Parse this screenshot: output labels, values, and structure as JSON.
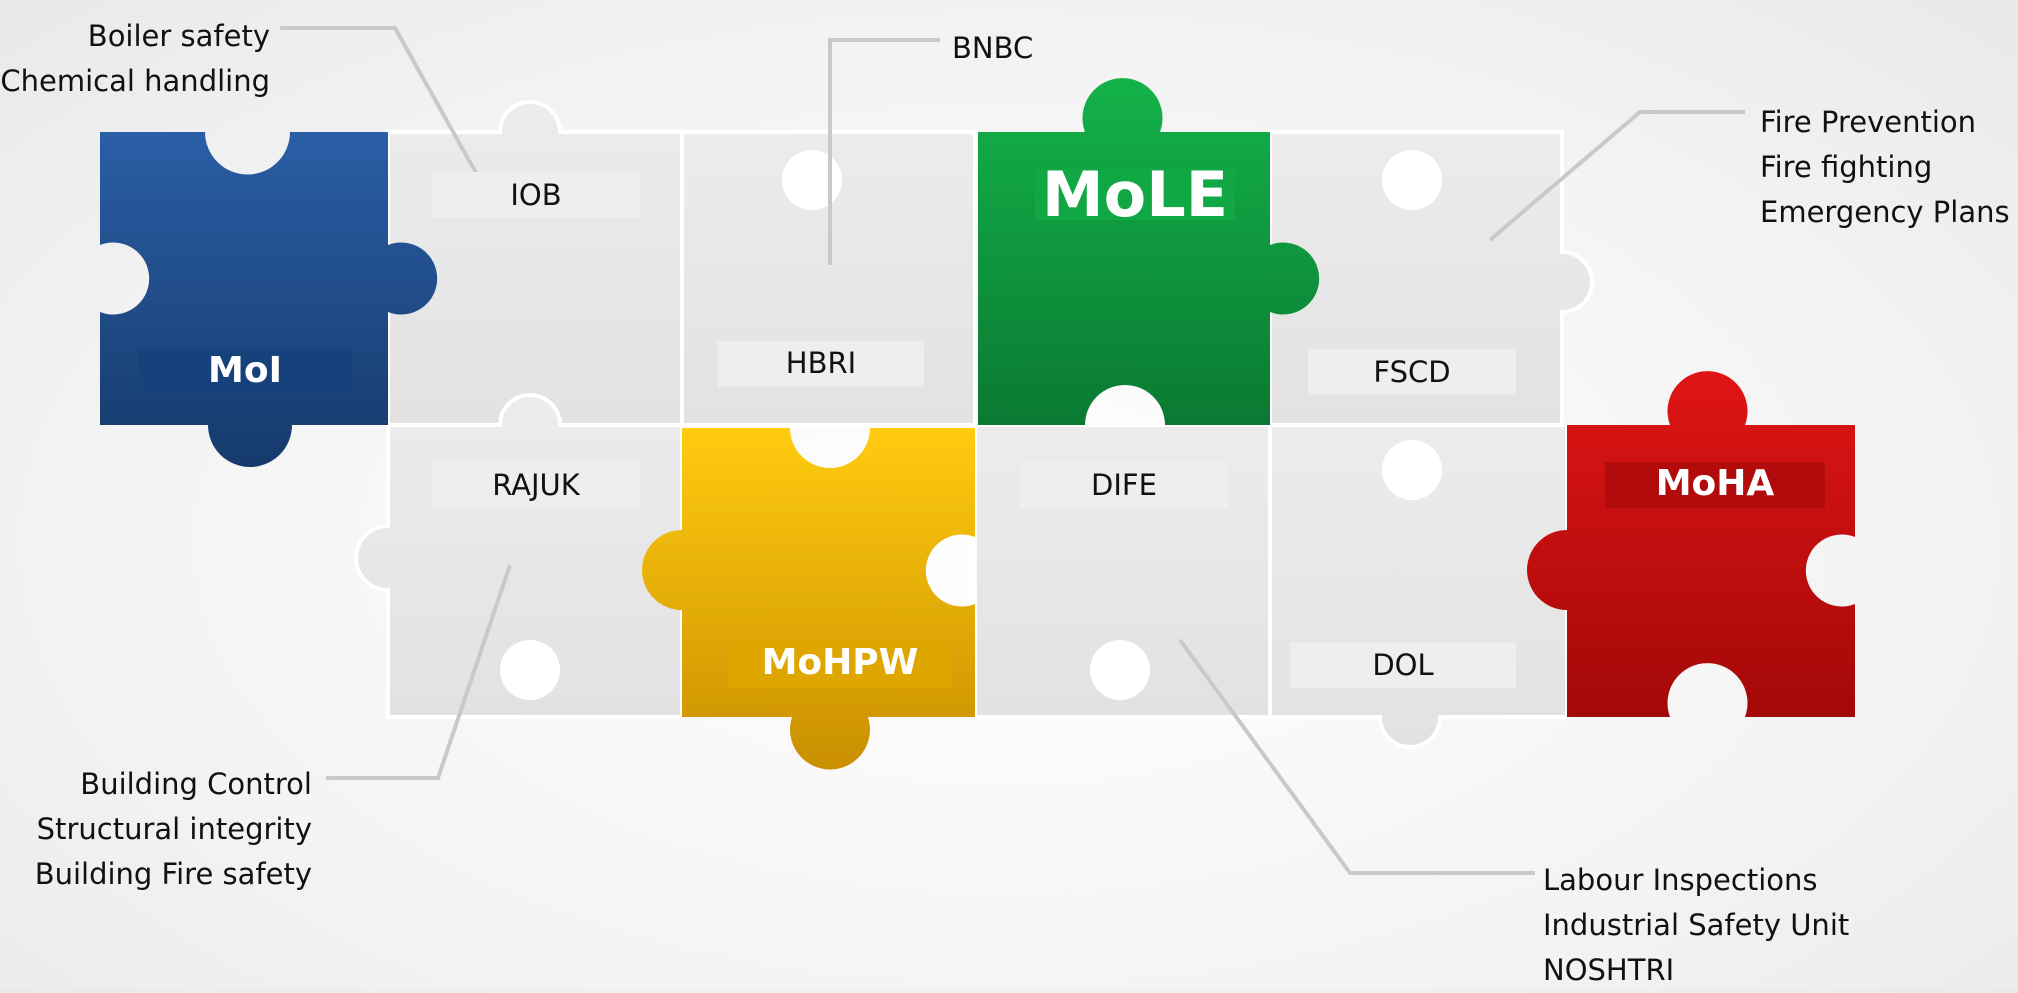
{
  "colors": {
    "moi": "#1f4e8c",
    "mole": "#0f9a3f",
    "mohpw": "#f3b300",
    "moha": "#c40d0d",
    "grey_piece": "#e8e8e8",
    "connector": "#c9c9c9"
  },
  "ministries": {
    "moi": "MoI",
    "mole": "MoLE",
    "mohpw": "MoHPW",
    "moha": "MoHA"
  },
  "agencies": {
    "iob": "IOB",
    "hbri": "HBRI",
    "fscd": "FSCD",
    "rajuk": "RAJUK",
    "dife": "DIFE",
    "dol": "DOL"
  },
  "annotations": {
    "boiler": [
      "Boiler safety",
      "Chemical handling"
    ],
    "bnbc": "BNBC",
    "fire": [
      "Fire Prevention",
      "Fire fighting",
      "Emergency Plans"
    ],
    "building": [
      "Building Control",
      "Structural integrity",
      "Building Fire safety"
    ],
    "labour": [
      "Labour Inspections",
      "Industrial Safety Unit",
      "NOSHTRI"
    ]
  }
}
